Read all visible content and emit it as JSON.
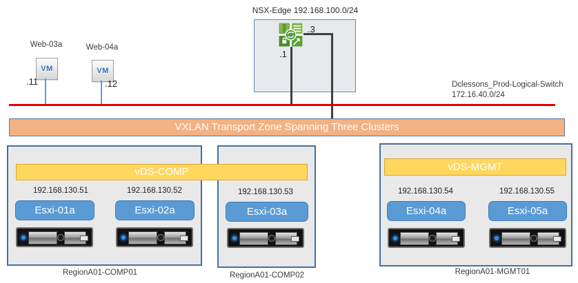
{
  "nsx": {
    "title": "NSX-Edge 192.168.100.0/24",
    "ip_dot3": ".3",
    "ip_dot1": ".1"
  },
  "vms": [
    {
      "name": "Web-03a",
      "ip": ".11"
    },
    {
      "name": "Web-04a",
      "ip": ".12"
    }
  ],
  "logical_switch": {
    "name": "Dclessons_Prod-Logical-Switch",
    "subnet": "172.16.40.0/24"
  },
  "transport_zone_label": "VXLAN Transport Zone Spanning Three Clusters",
  "vds": [
    {
      "label": "vDS-COMP"
    },
    {
      "label": "vDS-MGMT"
    }
  ],
  "hosts": [
    {
      "ip": "192.168.130.51",
      "name": "Esxi-01a"
    },
    {
      "ip": "192.168.130.52",
      "name": "Esxi-02a"
    },
    {
      "ip": "192.168.130.53",
      "name": "Esxi-03a"
    },
    {
      "ip": "192.168.130.54",
      "name": "Esxi-04a"
    },
    {
      "ip": "192.168.130.55",
      "name": "Esxi-05a"
    }
  ],
  "clusters": [
    {
      "label": "RegionA01-COMP01"
    },
    {
      "label": "RegionA01-COMP02"
    },
    {
      "label": "RegionA01-MGMT01"
    }
  ],
  "colors": {
    "logical_switch_line": "#e60000",
    "transport_zone_fill": "#f4b183",
    "transport_zone_text": "#ffffff",
    "vds_fill": "#ffd75e",
    "vds_border": "#dca72e",
    "host_fill": "#5b9bd5",
    "box_border": "#44709d",
    "box_fill": "#e9e9e9",
    "vm_link_line": "#5b9bd5",
    "nsx_link_line": "#3f3f3f"
  }
}
